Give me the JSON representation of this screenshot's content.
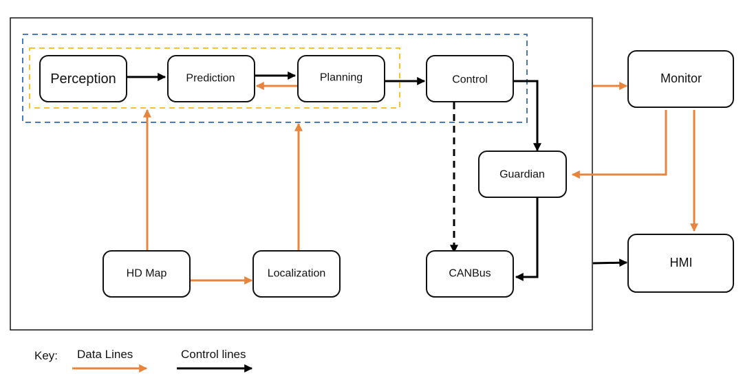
{
  "colors": {
    "data_line": "#E8843C",
    "control_line": "#000000",
    "outer_dashed_box": "#4A78B8",
    "inner_dashed_box": "#F2C230"
  },
  "nodes": {
    "perception": "Perception",
    "prediction": "Prediction",
    "planning": "Planning",
    "control": "Control",
    "guardian": "Guardian",
    "hd_map": "HD Map",
    "localization": "Localization",
    "canbus": "CANBus",
    "monitor": "Monitor",
    "hmi": "HMI"
  },
  "key": {
    "label": "Key:",
    "data_lines": "Data Lines",
    "control_lines": "Control lines"
  }
}
